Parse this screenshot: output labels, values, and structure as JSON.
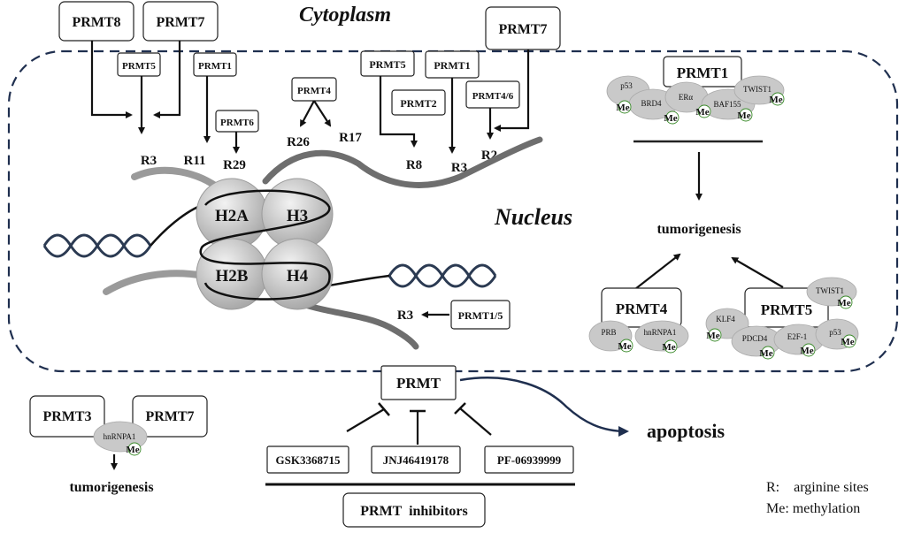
{
  "regions": {
    "cytoplasm": "Cytoplasm",
    "nucleus": "Nucleus"
  },
  "top_boxes": {
    "prmt8": "PRMT8",
    "prmt7_left": "PRMT7",
    "prmt7_right": "PRMT7"
  },
  "small_enzymes": {
    "prmt5_a": "PRMT5",
    "prmt1_a": "PRMT1",
    "prmt6": "PRMT6",
    "prmt4": "PRMT4",
    "prmt5_b": "PRMT5",
    "prmt1_b": "PRMT1",
    "prmt2": "PRMT2",
    "prmt4_6": "PRMT4/6",
    "prmt1_5": "PRMT1/5"
  },
  "sites": {
    "r3_a": "R3",
    "r11": "R11",
    "r29": "R29",
    "r26": "R26",
    "r17": "R17",
    "r8": "R8",
    "r3_b": "R3",
    "r2": "R2",
    "r3_c": "R3"
  },
  "histones": {
    "h2a": "H2A",
    "h3": "H3",
    "h2b": "H2B",
    "h4": "H4"
  },
  "prmt1_complex": {
    "title": "PRMT1",
    "substrates": [
      "p53",
      "BRD4",
      "ERα",
      "BAF155",
      "TWIST1"
    ],
    "me": "Me"
  },
  "tumorigenesis_center": "tumorigenesis",
  "prmt4_complex": {
    "title": "PRMT4",
    "substrates": [
      "PRB",
      "hnRNPA1"
    ]
  },
  "prmt5_complex": {
    "title": "PRMT5",
    "substrates": [
      "TWIST1",
      "KLF4",
      "PDCD4",
      "E2F-1",
      "p53"
    ]
  },
  "bottom_left": {
    "prmt3": "PRMT3",
    "prmt7": "PRMT7",
    "substrate": "hnRNPA1",
    "me": "Me",
    "outcome": "tumorigenesis"
  },
  "prmt_center": "PRMT",
  "inhibitors": [
    "GSK3368715",
    "JNJ46419178",
    "PF-06939999"
  ],
  "inhibitors_label": "PRMT  inhibitors",
  "apoptosis": "apoptosis",
  "legend": {
    "r": "R:    arginine sites",
    "me": "Me: methylation"
  }
}
